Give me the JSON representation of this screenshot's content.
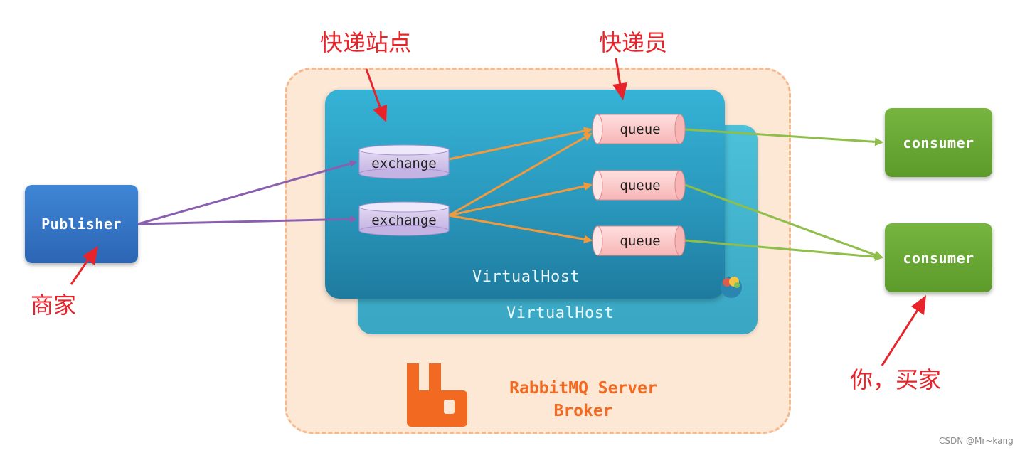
{
  "broker": {
    "title_line1": "RabbitMQ Server",
    "title_line2": "Broker"
  },
  "virtual_hosts": [
    {
      "label": "VirtualHost"
    },
    {
      "label": "VirtualHost"
    }
  ],
  "publisher": {
    "label": "Publisher"
  },
  "exchanges": [
    {
      "label": "exchange"
    },
    {
      "label": "exchange"
    }
  ],
  "queues": [
    {
      "label": "queue"
    },
    {
      "label": "queue"
    },
    {
      "label": "queue"
    }
  ],
  "consumers": [
    {
      "label": "consumer"
    },
    {
      "label": "consumer"
    }
  ],
  "annotations": {
    "exchange": "快递站点",
    "queue": "快递员",
    "publisher": "商家",
    "consumer": "你，买家"
  },
  "watermark": "CSDN @Mr~kang",
  "colors": {
    "annotation": "#e8232a",
    "publisher_link": "#8a5fb0",
    "exchange_link": "#f39a3c",
    "consumer_link": "#8fbe4a",
    "rabbitmq_orange": "#f26a21"
  },
  "icons": {
    "rabbitmq_logo": "rabbitmq-logo-icon",
    "mascot": "mascot-icon"
  }
}
